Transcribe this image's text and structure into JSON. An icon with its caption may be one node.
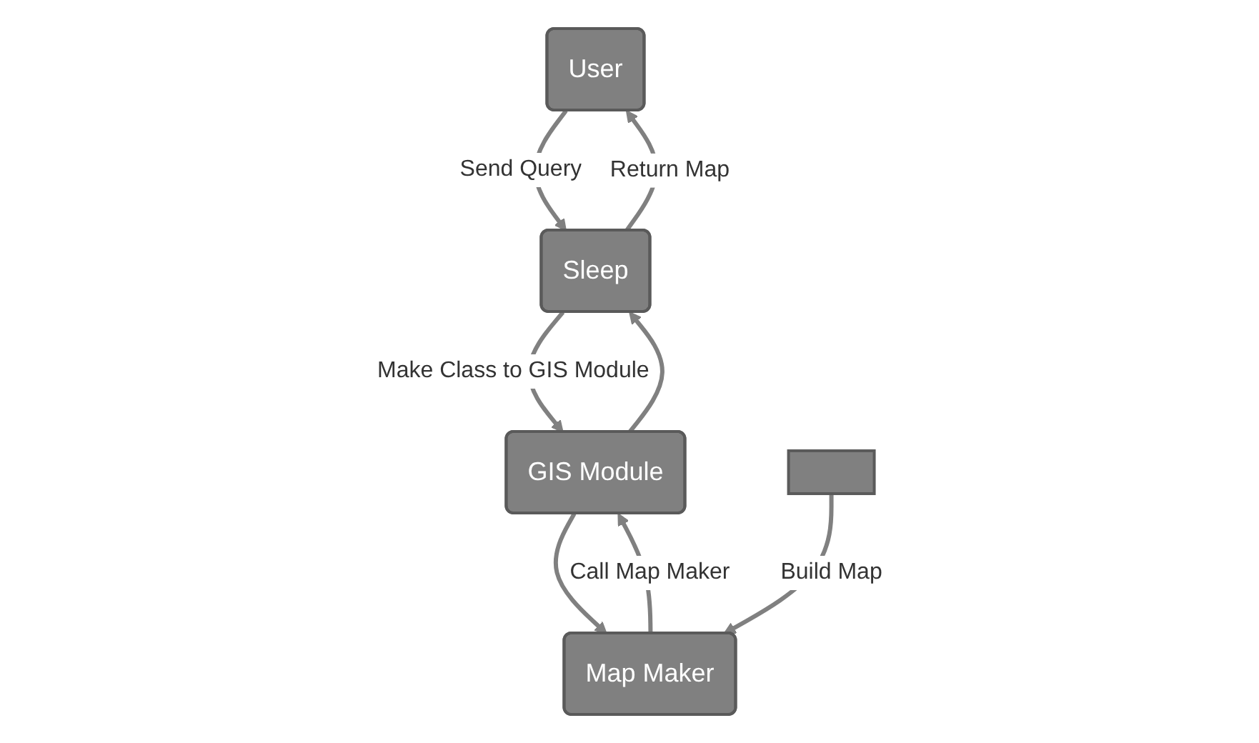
{
  "diagram": {
    "nodes": [
      {
        "text": [
          "User"
        ]
      },
      {
        "text": [
          "Sleep"
        ]
      },
      {
        "text": [
          "GIS Module"
        ]
      },
      {
        "text": [
          "Map Maker"
        ]
      },
      {
        "text": [],
        "shape": "box"
      }
    ],
    "edges": [
      {
        "from": 0,
        "to": 1,
        "arrow": "to",
        "label": "Send Query"
      },
      {
        "from": 1,
        "to": 0,
        "arrow": "to",
        "label": "Return Map"
      },
      {
        "from": 1,
        "to": 2,
        "arrow": "to",
        "label": "Make Class to GIS Module"
      },
      {
        "from": 2,
        "to": 1,
        "arrow": "to"
      },
      {
        "from": 2,
        "to": 3,
        "arrow": "to"
      },
      {
        "from": 3,
        "to": 2,
        "arrow": "to",
        "label": "Call Map Maker"
      },
      {
        "from": 4,
        "to": 3,
        "arrow": "to",
        "label": "Build Map"
      }
    ]
  }
}
